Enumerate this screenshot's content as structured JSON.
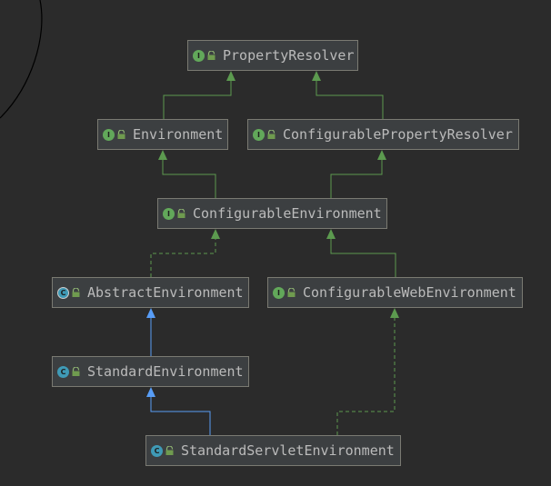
{
  "colors": {
    "background": "#2b2b2b",
    "node_fill": "#3c3f41",
    "node_border": "#7a7a72",
    "interface_icon": "#62a85a",
    "class_icon": "#3f9ab6",
    "extends_interface_edge": "#5c9a4f",
    "extends_class_edge": "#589df6",
    "implements_edge": "#5c9a4f"
  },
  "nodes": [
    {
      "id": "property-resolver",
      "label": "PropertyResolver",
      "kind": "interface",
      "kind_letter": "I"
    },
    {
      "id": "environment",
      "label": "Environment",
      "kind": "interface",
      "kind_letter": "I"
    },
    {
      "id": "configurable-property-resolver",
      "label": "ConfigurablePropertyResolver",
      "kind": "interface",
      "kind_letter": "I"
    },
    {
      "id": "configurable-environment",
      "label": "ConfigurableEnvironment",
      "kind": "interface",
      "kind_letter": "I"
    },
    {
      "id": "abstract-environment",
      "label": "AbstractEnvironment",
      "kind": "abstract",
      "kind_letter": "C"
    },
    {
      "id": "configurable-web-environment",
      "label": "ConfigurableWebEnvironment",
      "kind": "interface",
      "kind_letter": "I"
    },
    {
      "id": "standard-environment",
      "label": "StandardEnvironment",
      "kind": "class",
      "kind_letter": "C"
    },
    {
      "id": "standard-servlet-environment",
      "label": "StandardServletEnvironment",
      "kind": "class",
      "kind_letter": "C"
    }
  ],
  "edges": [
    {
      "from": "environment",
      "to": "property-resolver",
      "type": "extends-interface"
    },
    {
      "from": "configurable-property-resolver",
      "to": "property-resolver",
      "type": "extends-interface"
    },
    {
      "from": "configurable-environment",
      "to": "environment",
      "type": "extends-interface"
    },
    {
      "from": "configurable-environment",
      "to": "configurable-property-resolver",
      "type": "extends-interface"
    },
    {
      "from": "abstract-environment",
      "to": "configurable-environment",
      "type": "implements"
    },
    {
      "from": "configurable-web-environment",
      "to": "configurable-environment",
      "type": "extends-interface"
    },
    {
      "from": "standard-environment",
      "to": "abstract-environment",
      "type": "extends-class"
    },
    {
      "from": "standard-servlet-environment",
      "to": "standard-environment",
      "type": "extends-class"
    },
    {
      "from": "standard-servlet-environment",
      "to": "configurable-web-environment",
      "type": "implements"
    }
  ]
}
